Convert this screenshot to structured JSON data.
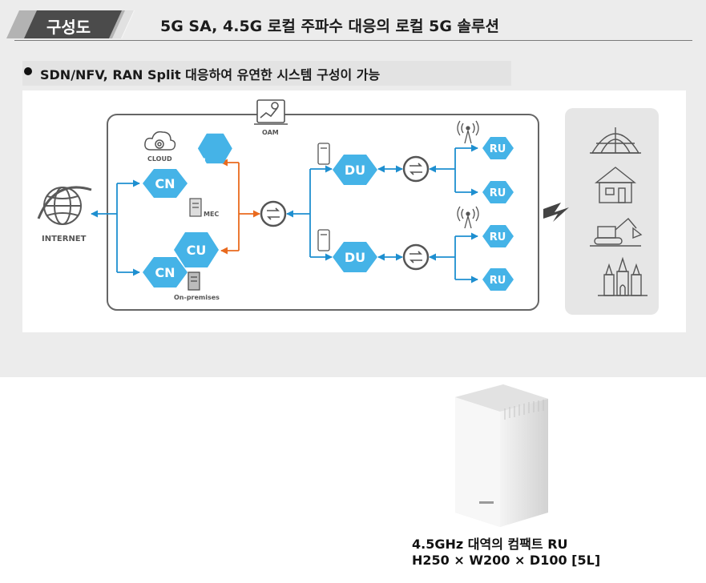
{
  "header": {
    "section_label": "구성도",
    "title": "5G SA, 4.5G 로컬 주파수 대응의 로컬 5G 솔루션"
  },
  "bullet": {
    "text": "SDN/NFV, RAN Split 대응하여 유연한 시스템 구성이 가능"
  },
  "diagram": {
    "internet_label": "INTERNET",
    "oam_label": "OAM",
    "cloud_label": "CLOUD",
    "mec_label": "MEC",
    "onprem_label": "On-premises",
    "cn_label": "CN",
    "cu_label": "CU",
    "du_label": "DU",
    "ru_label": "RU"
  },
  "colors": {
    "hex_blue": "#45b3e7",
    "line_blue": "#1e8fd0",
    "line_orange": "#e96a1e",
    "icon_gray": "#666666",
    "dark_tab": "#4b4b4b"
  },
  "product": {
    "caption_line1": "4.5GHz 대역의 컴팩트 RU",
    "caption_line2": "H250 × W200 × D100 [5L]"
  }
}
